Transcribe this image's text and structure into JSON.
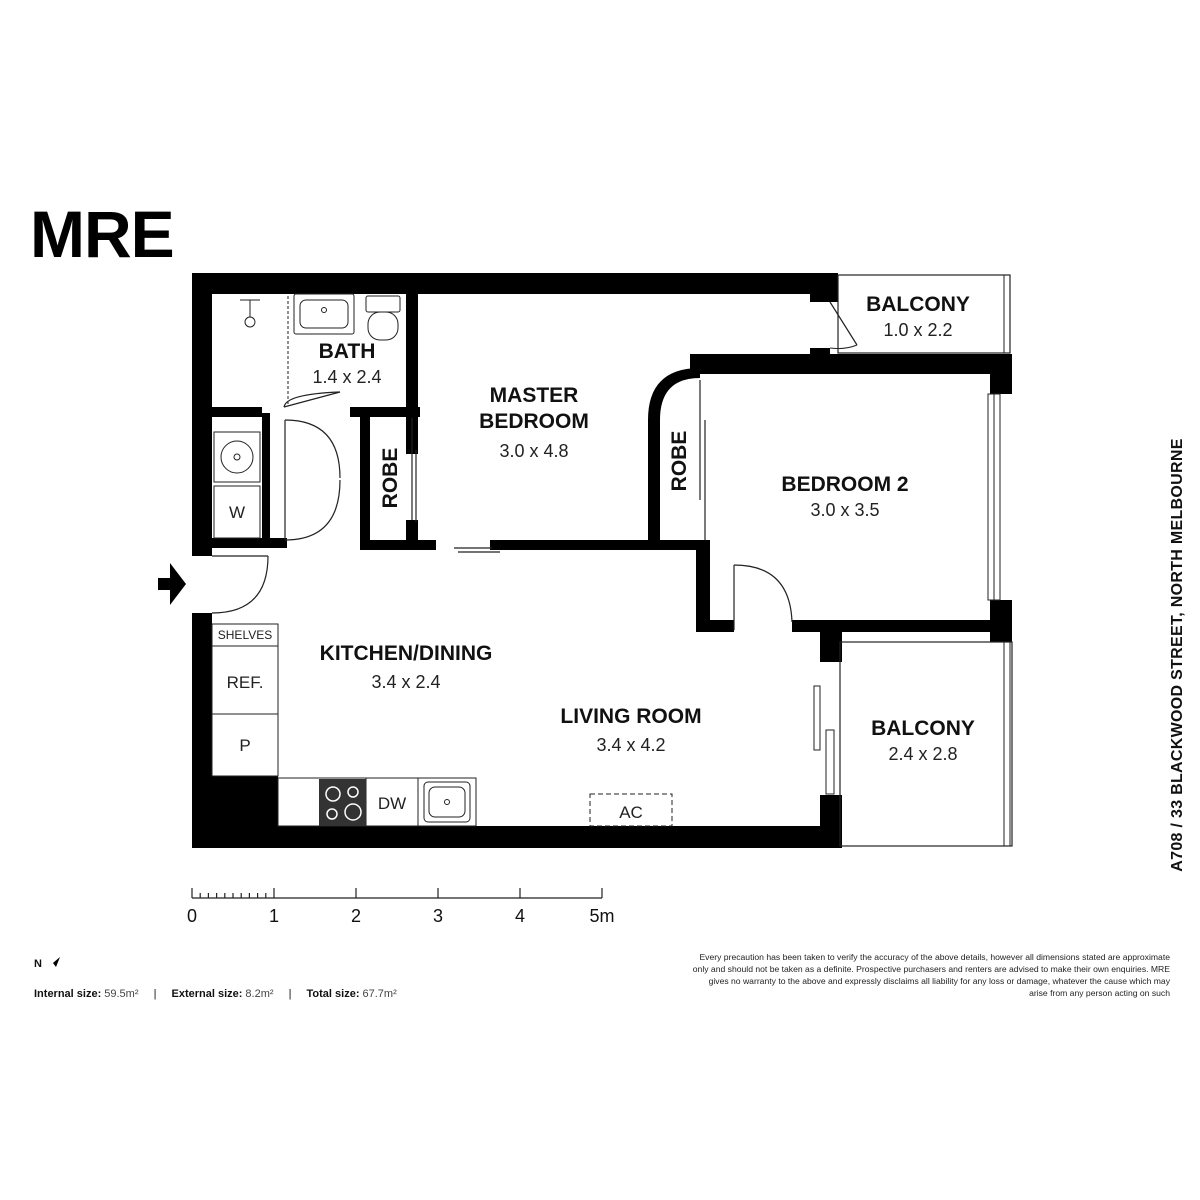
{
  "brand": {
    "logo": "MRE"
  },
  "address": "A708 / 33 BLACKWOOD STREET, NORTH MELBOURNE",
  "rooms": [
    {
      "id": "bath",
      "name": "BATH",
      "dims": "1.4 x 2.4"
    },
    {
      "id": "master",
      "name_line1": "MASTER",
      "name_line2": "BEDROOM",
      "dims": "3.0 x 4.8"
    },
    {
      "id": "balcony1",
      "name": "BALCONY",
      "dims": "1.0 x 2.2"
    },
    {
      "id": "bedroom2",
      "name": "BEDROOM 2",
      "dims": "3.0 x 3.5"
    },
    {
      "id": "kitchen",
      "name": "KITCHEN/DINING",
      "dims": "3.4 x 2.4"
    },
    {
      "id": "living",
      "name": "LIVING ROOM",
      "dims": "3.4 x 4.2"
    },
    {
      "id": "balcony2",
      "name": "BALCONY",
      "dims": "2.4 x 2.8"
    }
  ],
  "fixtures": {
    "robe": "ROBE",
    "washer": "W",
    "shelves": "SHELVES",
    "fridge": "REF.",
    "pantry": "P",
    "dishwasher": "DW",
    "aircon": "AC"
  },
  "scale": {
    "ticks": [
      "0",
      "1",
      "2",
      "3",
      "4",
      "5m"
    ]
  },
  "north": {
    "label": "N"
  },
  "sizes": {
    "internal_label": "Internal size:",
    "internal_value": "59.5m²",
    "external_label": "External size:",
    "external_value": "8.2m²",
    "total_label": "Total size:",
    "total_value": "67.7m²",
    "separator": "|"
  },
  "disclaimer": "Every precaution has been taken to verify the accuracy of the above details, however all dimensions stated are approximate only and should not be taken as a definite. Prospective purchasers and renters are advised to make their own enquiries. MRE gives no warranty to the above and expressly disclaims all liability for any loss or damage, whatever the cause which may arise from any person acting on such"
}
